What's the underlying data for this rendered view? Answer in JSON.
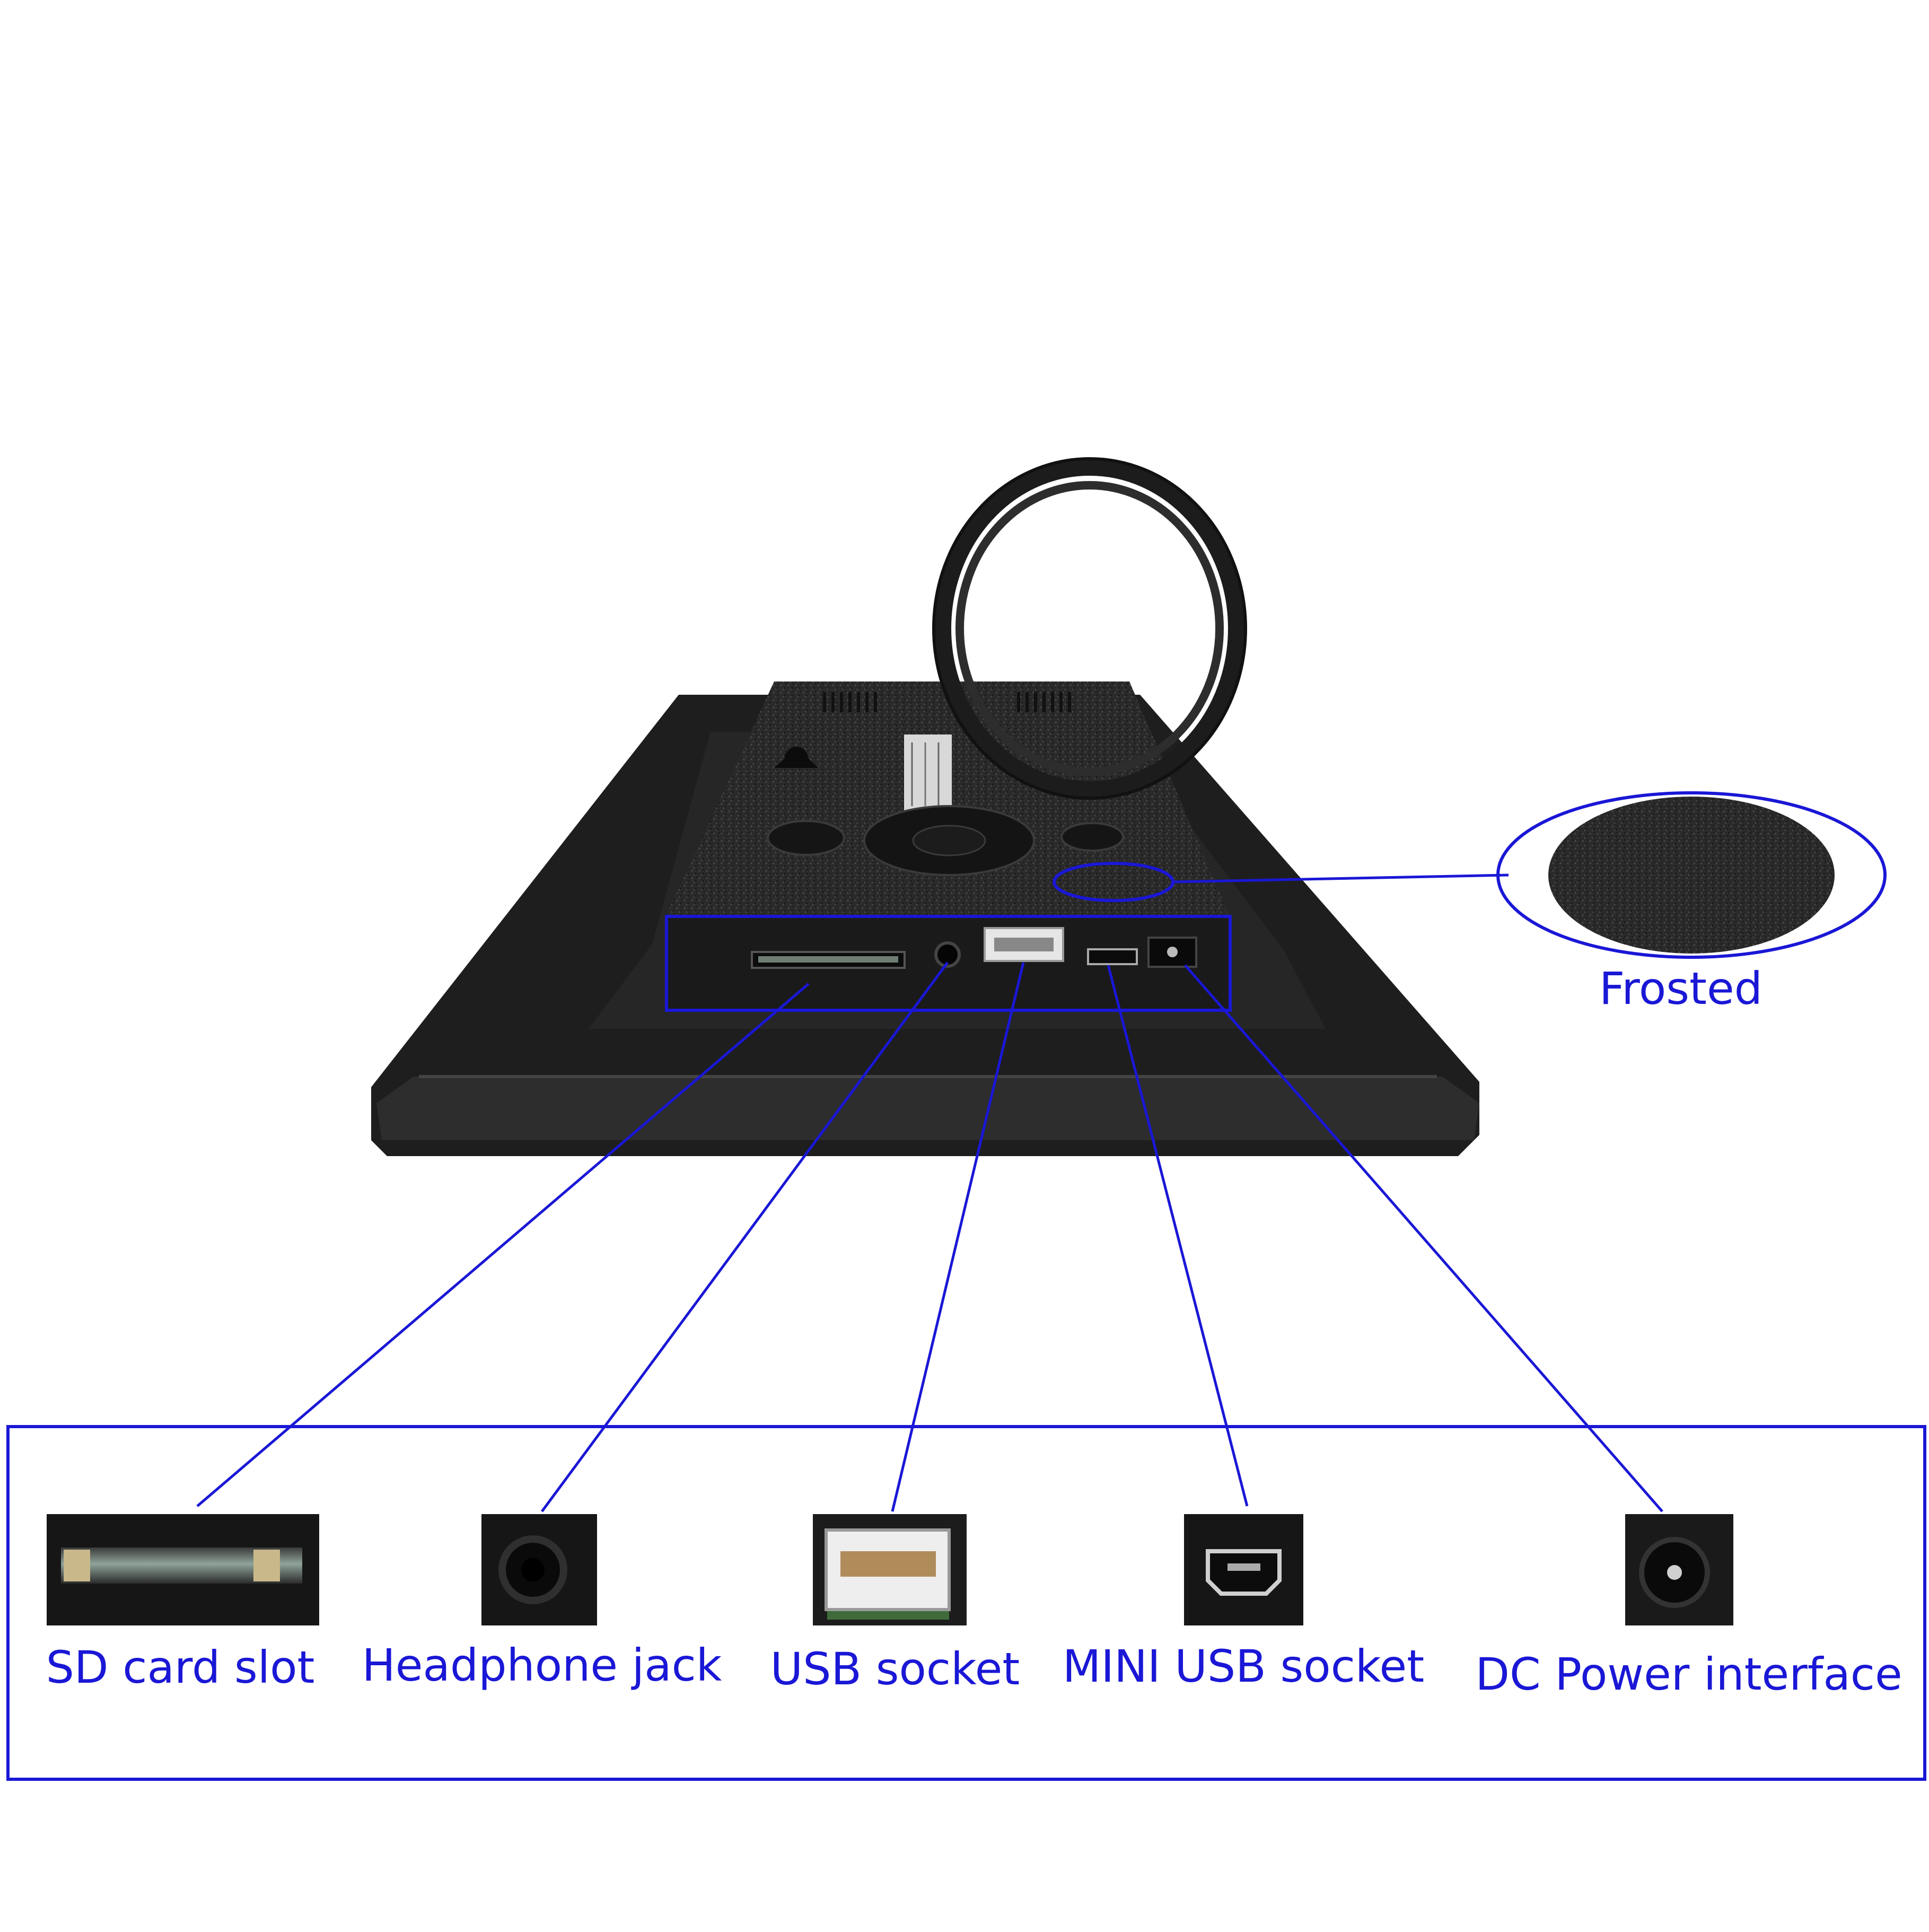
{
  "colors": {
    "accent": "#1a17d6",
    "device": "#1e1e1e",
    "device_edge": "#3a3a3a",
    "background": "#ffffff"
  },
  "callouts": {
    "frosted": "Frosted",
    "sd_card_slot": "SD card slot",
    "headphone_jack": "Headphone jack",
    "usb_socket": "USB socket",
    "mini_usb_socket": "MINI USB socket",
    "dc_power_interface": "DC Power interface"
  }
}
